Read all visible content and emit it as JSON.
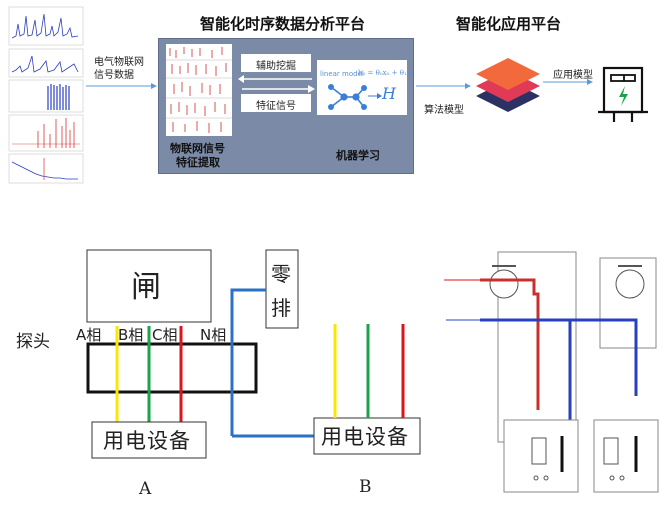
{
  "platform": {
    "analysis_title": "智能化时序数据分析平台",
    "app_title": "智能化应用平台",
    "input_label_1": "电气物联网",
    "input_label_2": "信号数据",
    "aux_mining": "辅助挖掘",
    "feature_signal": "特征信号",
    "feature_extract_1": "物联网信号",
    "feature_extract_2": "特征提取",
    "machine_learning": "机器学习",
    "linear_model_caption": "linear model",
    "linear_model_formula": "h₀ = θ₀x₀ + θ₁x₁",
    "h_symbol": "H",
    "algorithm_model": "算法模型",
    "app_model": "应用模型"
  },
  "wiring": {
    "switch_char": "闸",
    "neutral_bar_1": "零",
    "neutral_bar_2": "排",
    "probe_label": "探头",
    "phase_a": "A相",
    "phase_b": "B相",
    "phase_c": "C相",
    "phase_n": "N相",
    "device_a": "用电设备",
    "device_b": "用电设备",
    "caption_a": "A",
    "caption_b": "B"
  },
  "colors": {
    "panel_bg": "#7b8aa6",
    "wire_yellow": "#ffe600",
    "wire_green": "#1aa34a",
    "wire_red": "#d9151d",
    "wire_blue": "#2a70c4",
    "arrow_blue": "#5b9bd5",
    "layer_orange": "#f26a3c",
    "layer_red": "#e03a57",
    "layer_navy": "#2b3263"
  }
}
